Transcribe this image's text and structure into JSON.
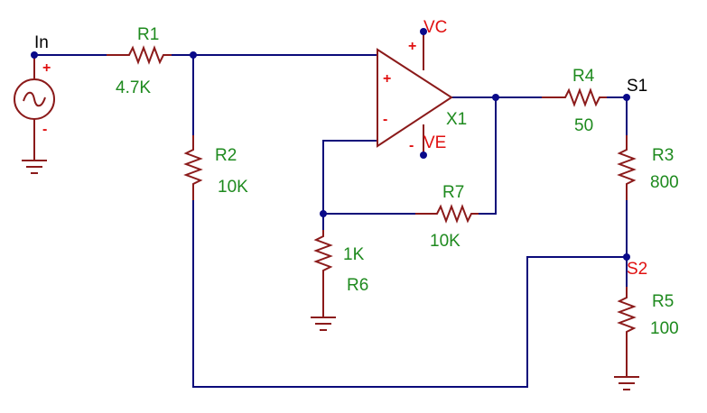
{
  "components": {
    "r1": {
      "name": "R1",
      "value": "4.7K"
    },
    "r2": {
      "name": "R2",
      "value": "10K"
    },
    "r3": {
      "name": "R3",
      "value": "800"
    },
    "r4": {
      "name": "R4",
      "value": "50"
    },
    "r5": {
      "name": "R5",
      "value": "100"
    },
    "r6": {
      "name": "R6",
      "value": "1K"
    },
    "r7": {
      "name": "R7",
      "value": "10K"
    },
    "opamp": {
      "name": "X1",
      "plus": "+",
      "minus": "-"
    }
  },
  "nets": {
    "input": "In",
    "vc": "VC",
    "ve": "VE",
    "s1": "S1",
    "s2": "S2"
  },
  "signs": {
    "plus": "+",
    "minus": "-"
  },
  "colors": {
    "wire": "#0a0a7a",
    "component": "#8b1a1a",
    "label_green": "#1e8a1e",
    "label_red": "#e01010"
  }
}
